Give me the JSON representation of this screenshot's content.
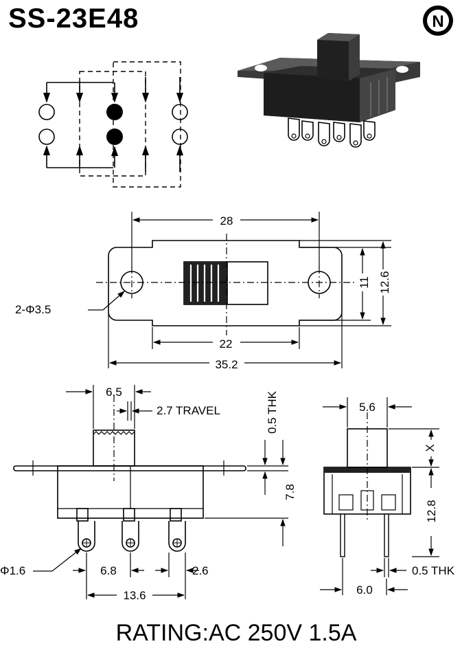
{
  "title": "SS-23E48",
  "logo": {
    "letter": "N"
  },
  "rating": "RATING:AC 250V 1.5A",
  "top_view": {
    "width": "28",
    "inner_width": "22",
    "overall_width": "35.2",
    "height_inner": "11",
    "height_outer": "12.6",
    "hole_label": "2-Φ3.5"
  },
  "side_view": {
    "knob_width": "6.5",
    "travel": "2.7 TRAVEL",
    "plate_thk": "0.5 THK",
    "body_height": "7.8",
    "pin_dia": "Φ1.6",
    "pitch": "6.8",
    "pin_spacing": "2.6",
    "pin_span": "13.6"
  },
  "end_view": {
    "knob_width": "5.6",
    "knob_height": "X",
    "height": "12.8",
    "pin_thk": "0.5 THK",
    "pin_width": "6.0"
  }
}
